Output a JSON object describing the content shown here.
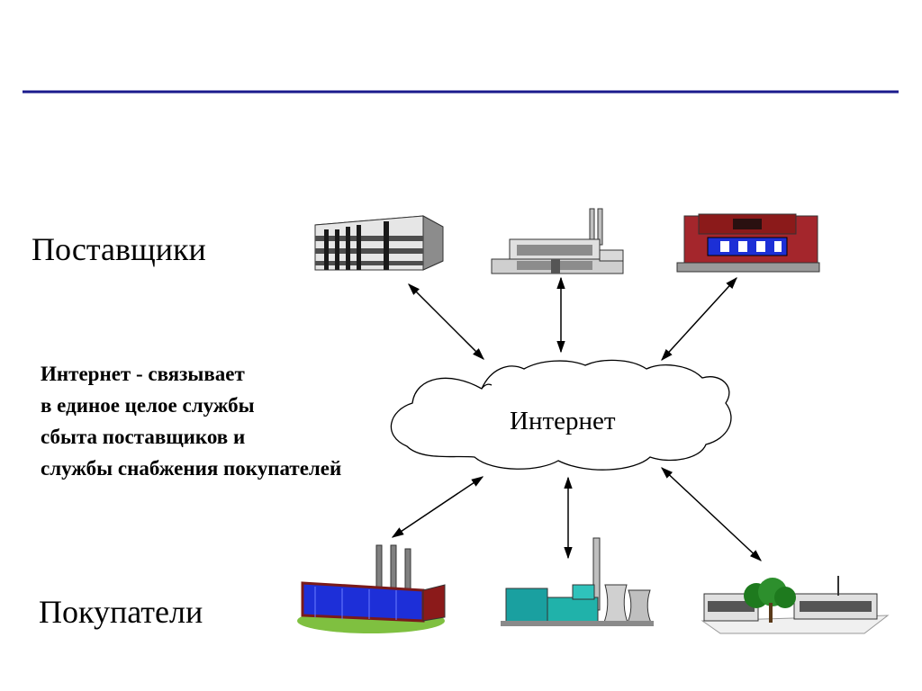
{
  "suppliers_label": "Поставщики",
  "buyers_label": "Покупатели",
  "cloud_label": "Интернет",
  "description": [
    "Интернет - связывает",
    "в единое целое службы",
    "сбыта поставщиков и",
    "службы снабжения покупателей"
  ],
  "colors": {
    "header_rule": "#1a1a8c",
    "arrow": "#000000"
  }
}
